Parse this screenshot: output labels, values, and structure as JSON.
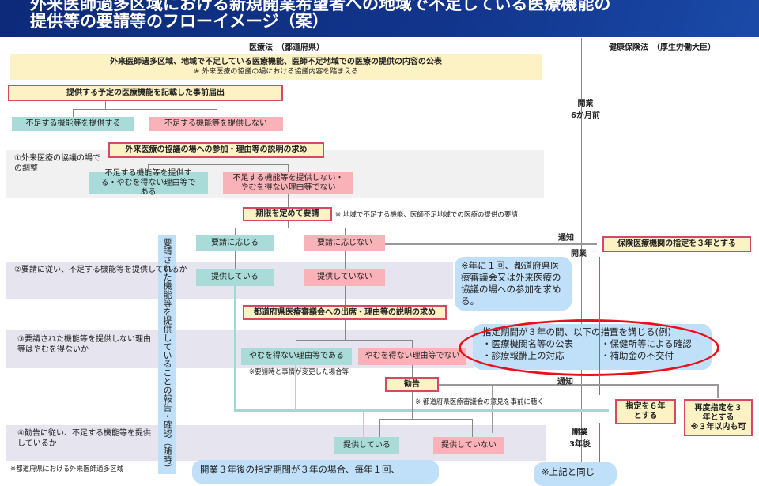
{
  "header": {
    "title_line1": "外来医師過多区域における新規開業希望者への地域で不足している医療機能の",
    "title_line2": "提供等の要請等のフローイメージ（案）"
  },
  "columns": {
    "left": "医療法　（都道府県）",
    "right": "健康保険法　（厚生労働大臣）"
  },
  "flow": {
    "publish": "外来医師過多区域、地域で不足している医療機能、医師不足地域での医療の提供の内容の公表",
    "publish_note": "※ 外来医療の協議の場における協議内容を踏まえる",
    "prior_notice": "提供する予定の医療機能を記載した事前届出",
    "provide": "不足する機能等を提供する",
    "not_provide": "不足する機能等を提供しない",
    "consult_request": "外来医療の協議の場への参加・理由等の説明の求め",
    "step1": "①外来医療の協議の場での調整",
    "step1_yes": "不足する機能等を提供する・やむを得ない理由等である",
    "step1_no": "不足する機能等を提供しない・やむを得ない理由等でない",
    "deadline_request": "期限を定めて要請",
    "deadline_note": "※ 地域で不足する機能、医師不足地域での医療の提供の要請",
    "accept": "要請に応じる",
    "reject": "要請に応じない",
    "step2": "②要請に従い、不足する機能等を提供しているか",
    "providing": "提供している",
    "not_providing": "提供していない",
    "council_request": "都道府県医療審議会への出席・理由等の説明の求め",
    "step3": "③要請された機能等を提供しない理由等はやむを得ないか",
    "unavoidable": "やむを得ない理由等である",
    "not_unavoidable": "やむを得ない理由等でない",
    "unavoidable_note": "※要請時と事情が変更した場合等",
    "recommend": "勧告",
    "recommend_note": "※ 都道府県医療審議会の意見を事前に聴く",
    "step4": "④勧告に従い、不足する機能等を提供しているか",
    "providing4": "提供している",
    "not_providing4": "提供していない",
    "side_bar": "要請された機能等を提供していることの報告・確認（随時）",
    "footnote": "※都道府県における外来医師過多区域"
  },
  "timeline": {
    "open_6m": "開業",
    "open_6m_2": "6か月前",
    "notice1": "通知",
    "open": "開業",
    "notice2": "通知",
    "open_3y": "開業",
    "open_3y_2": "3年後"
  },
  "insurance": {
    "three_years": "保険医療機関の指定を３年とする",
    "six_years": "指定を６年とする",
    "re_three": "再度指定を３年とする",
    "re_three_note": "※３年以内も可"
  },
  "bubbles": {
    "yearly": "※年に１回、都道府県医療審議会又は外来医療の協議の場への参加を求める。",
    "measures_title": "指定期間が３年の間、以下の措置を講じる(例)",
    "m1": "・医療機関名等の公表",
    "m2": "・保健所等による確認",
    "m3": "・診療報酬上の対応",
    "m4": "・補助金の不交付",
    "bottom": "開業３年後の指定期間が３年の場合、毎年１回、",
    "bottom_right": "※上記と同じ"
  }
}
